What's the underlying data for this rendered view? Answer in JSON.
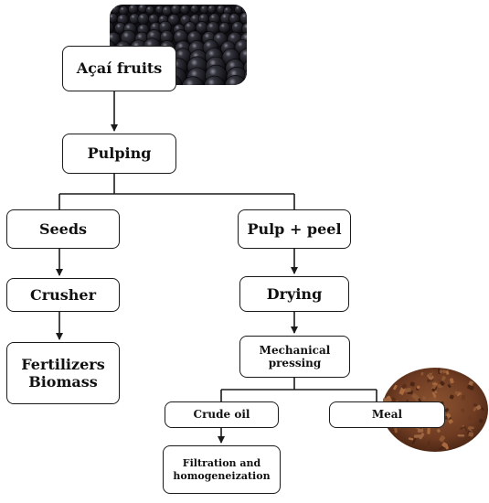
{
  "diagram": {
    "nodes": {
      "acai_fruits": "Açaí fruits",
      "pulping": "Pulping",
      "seeds": "Seeds",
      "pulp_peel": "Pulp + peel",
      "crusher": "Crusher",
      "drying": "Drying",
      "fertilizers_biomass": "Fertilizers\nBiomass",
      "mechanical_pressing": "Mechanical\npressing",
      "crude_oil": "Crude oil",
      "meal": "Meal",
      "filtration": "Filtration and\nhomogeneization"
    },
    "images": [
      "acai-berries-photo",
      "meal-pellets-photo"
    ],
    "colors": {
      "stroke": "#1a1a1a",
      "berry": "#1b1b22",
      "meal": "#7a4528"
    }
  }
}
